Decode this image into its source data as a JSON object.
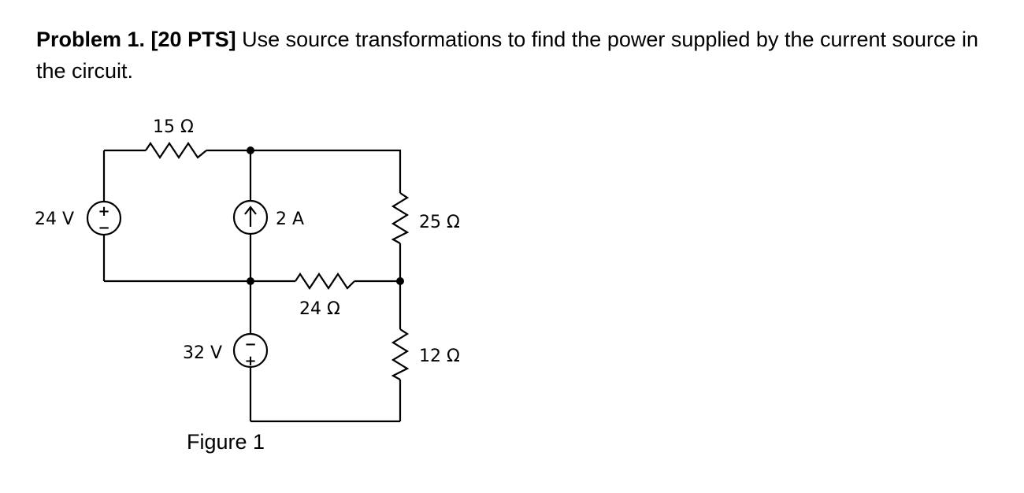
{
  "problem": {
    "heading": "Problem 1. [20 PTS]",
    "text": "Use source transformations to find the power supplied by the current source in the circuit."
  },
  "circuit": {
    "labels": {
      "r15": "15 Ω",
      "v24": "24 V",
      "i2": "2 A",
      "r25": "25 Ω",
      "r24": "24 Ω",
      "v32": "32 V",
      "r12": "12 Ω"
    },
    "signs": {
      "v24_plus": "+",
      "v24_minus": "−",
      "v32_minus": "−",
      "v32_plus": "+"
    },
    "caption": "Figure 1"
  }
}
